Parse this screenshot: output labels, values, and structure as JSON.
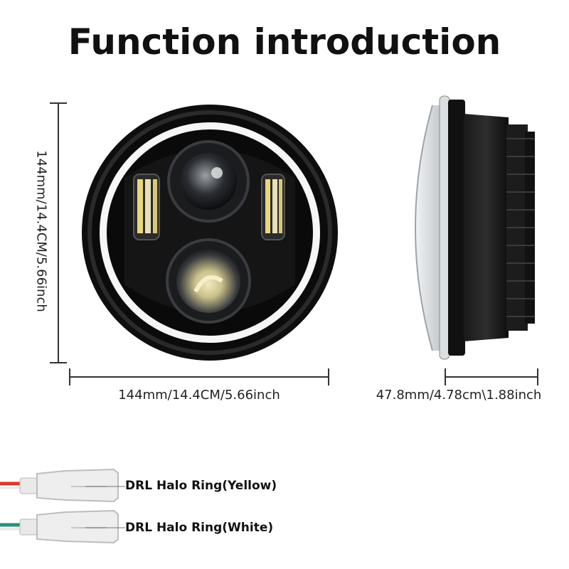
{
  "title": "Function introduction",
  "dimensions": {
    "front_width": "144mm/14.4CM/5.66inch",
    "front_height": "144mm/14.4CM/5.66inch",
    "depth": "47.8mm/4.78cm\\1.88inch"
  },
  "connectors": [
    {
      "label": "DRL Halo Ring(Yellow)",
      "wire_color": "#d93a2b"
    },
    {
      "label": "DRL Halo Ring(White)",
      "wire_color": "#2a8f7a"
    }
  ],
  "colors": {
    "housing": "#111111",
    "halo": "#f4f4f4",
    "chrome": "#cfd3d6",
    "led_warm": "#e9d77a"
  }
}
